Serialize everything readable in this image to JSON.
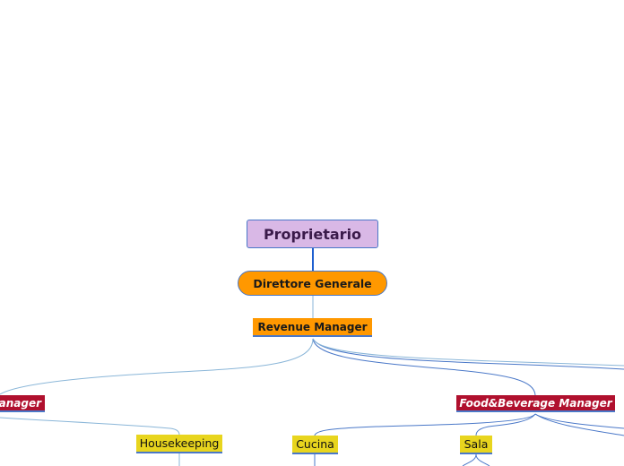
{
  "diagram": {
    "root": {
      "label": "Proprietario"
    },
    "director": {
      "label": "Direttore Generale"
    },
    "revenue": {
      "label": "Revenue Manager"
    },
    "managers": [
      {
        "label": "anager",
        "clipped": true,
        "style": "crimson"
      },
      {
        "label": "Food&Beverage Manager",
        "style": "crimson"
      }
    ],
    "leaves": [
      {
        "label": "Housekeeping"
      },
      {
        "label": "Cucina"
      },
      {
        "label": "Sala"
      }
    ]
  },
  "colors": {
    "root_fill": "#d9b8e6",
    "root_text": "#3a1a4a",
    "orange_fill": "#ff9800",
    "crimson_fill": "#b0102e",
    "yellow_fill": "#e8d51e",
    "connector": "#4a78c8",
    "connector_light": "#8ab6d8"
  },
  "icons": []
}
